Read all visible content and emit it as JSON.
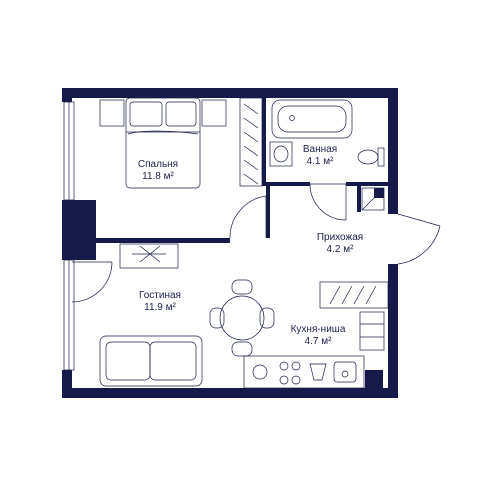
{
  "colors": {
    "wall": "#151a4a",
    "line": "#1a1f4c",
    "background": "#ffffff"
  },
  "rooms": [
    {
      "id": "bedroom",
      "name": "Спальня",
      "area": "11.8 м²"
    },
    {
      "id": "bathroom",
      "name": "Ванная",
      "area": "4.1 м²"
    },
    {
      "id": "hallway",
      "name": "Прихожая",
      "area": "4.2 м²"
    },
    {
      "id": "living",
      "name": "Гостиная",
      "area": "11.9 м²"
    },
    {
      "id": "kitchen",
      "name": "Кухня-ниша",
      "area": "4.7 м²"
    }
  ]
}
